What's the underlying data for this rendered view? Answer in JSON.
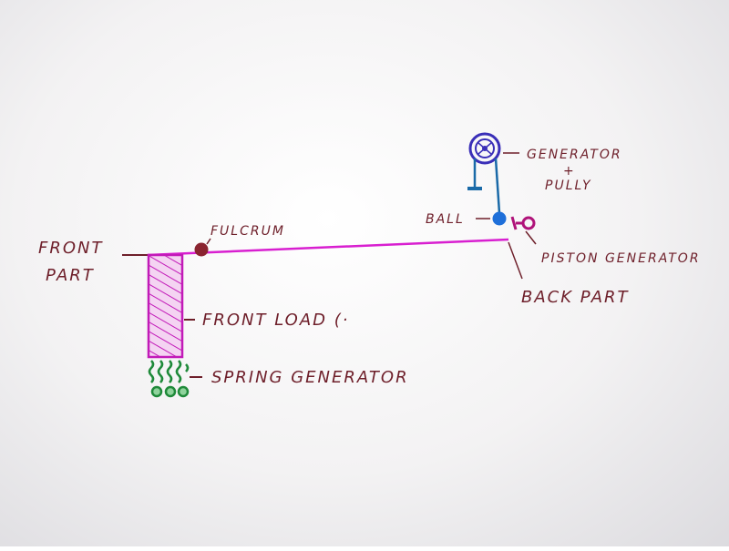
{
  "labels": {
    "front_part_line1": "FRONT",
    "front_part_line2": "PART",
    "fulcrum": "FULCRUM",
    "front_load": "FRONT LOAD (·",
    "spring_generator": "SPRING GENERATOR",
    "generator_line1": "GENERATOR",
    "generator_plus": "+",
    "generator_line2": "PULLY",
    "ball": "BALL",
    "piston_generator": "PISTON GENERATOR",
    "back_part": "BACK PART"
  },
  "colors": {
    "ink": "#6e1f2a",
    "lever": "#d81fd0",
    "load_fill": "#e8a6e4",
    "load_stroke": "#c21ab8",
    "fulcrum": "#8a2430",
    "spring": "#1f8a3a",
    "generator": "#3a2fb8",
    "pulley_rope": "#1a6aa8",
    "ball": "#1e6fd9",
    "piston": "#b0137a"
  }
}
